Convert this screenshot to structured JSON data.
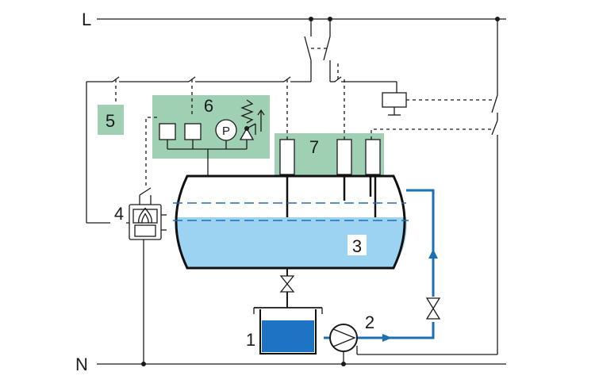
{
  "rails": {
    "live": "L",
    "neutral": "N"
  },
  "labels": {
    "reservoir": "1",
    "pump": "2",
    "boiler": "3",
    "burner": "4",
    "control_5": "5",
    "pressure_control": "6",
    "level_probes": "7",
    "pressure_gauge": "P"
  },
  "colors": {
    "module_fill": "#9fd0b3",
    "water": "#9dd3f2",
    "reservoir_water": "#1f73c4",
    "pipe": "#1b6fb5",
    "line": "#1a1a1a"
  }
}
